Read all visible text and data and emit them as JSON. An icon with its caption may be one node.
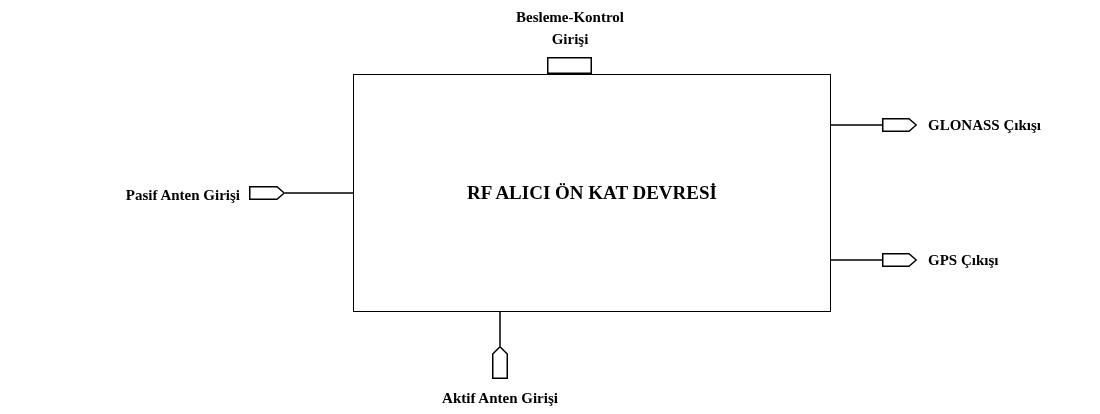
{
  "diagram": {
    "nodes": [
      {
        "text": [
          "RF ALICI ÖN KAT DEVRESİ"
        ]
      },
      {
        "text": [],
        "shape": "pentagon",
        "beside": [
          "Pasif Anten Girişi"
        ]
      },
      {
        "text": [],
        "shape": "box",
        "beside": [
          "Besleme-Kontrol Girişi"
        ]
      },
      {
        "text": [],
        "shape": "pentagon",
        "beside": [
          "GLONASS Çıkışı"
        ]
      },
      {
        "text": [],
        "shape": "pentagon",
        "beside": [
          "GPS Çıkışı"
        ]
      },
      {
        "text": [],
        "shape": "pentagon",
        "beside": [
          "Aktif Anten Girişi"
        ]
      }
    ],
    "edges": [
      {
        "from": 1,
        "to": 0,
        "arrow": "none"
      },
      {
        "from": 0,
        "to": 3,
        "arrow": "none"
      },
      {
        "from": 0,
        "to": 4,
        "arrow": "none"
      },
      {
        "from": 5,
        "to": 0,
        "arrow": "none"
      }
    ]
  }
}
